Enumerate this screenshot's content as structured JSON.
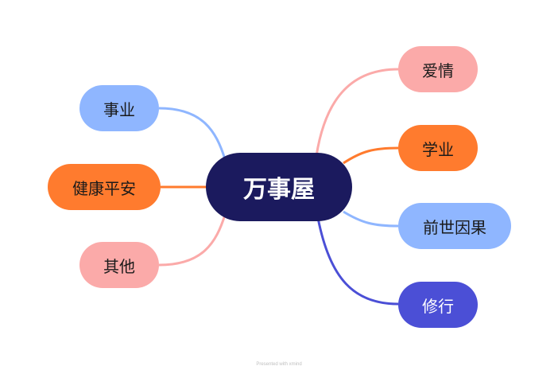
{
  "central": {
    "label": "万事屋"
  },
  "branches": {
    "shiye": "事业",
    "jiankang": "健康平安",
    "qita": "其他",
    "aiqing": "爱情",
    "xueye": "学业",
    "qianshi": "前世因果",
    "xiuxing": "修行"
  },
  "colors": {
    "center": "#1b1a5e",
    "pink": "#fbaaa9",
    "blue": "#8fb6ff",
    "orange": "#ff7b2e",
    "indigo": "#4b4fd6"
  },
  "footer": {
    "text": "Presented with xmind"
  }
}
